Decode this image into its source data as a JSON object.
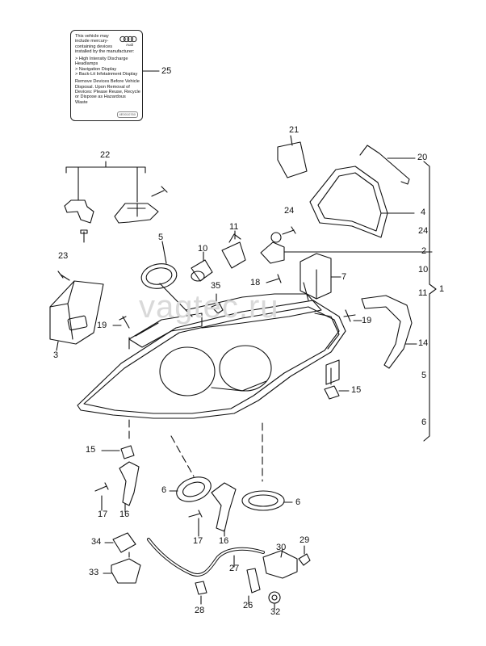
{
  "label_card": {
    "lines": [
      "This vehicle may",
      "include mercury-",
      "containing devices",
      "installed by the manufacturer:"
    ],
    "items": [
      "> High Intensity Discharge",
      "   Headlamps",
      "> Navigation Display",
      "> Back-Lit Infotainment Display"
    ],
    "footer": [
      "Remove Devices Before Vehicle",
      "Disposal. Upon Removal of",
      "Devices: Please Reuse, Recycle",
      "or Dispose as Hazardous",
      "Waste"
    ],
    "logo_text": "Audi",
    "stamp_text": "4E0010760"
  },
  "watermark": "vagtec.ru",
  "callouts": [
    {
      "id": "c25",
      "text": "25"
    },
    {
      "id": "c21",
      "text": "21"
    },
    {
      "id": "c20",
      "text": "20"
    },
    {
      "id": "c22",
      "text": "22"
    },
    {
      "id": "c4",
      "text": "4"
    },
    {
      "id": "c24a",
      "text": "24"
    },
    {
      "id": "c24b",
      "text": "24"
    },
    {
      "id": "c11a",
      "text": "11"
    },
    {
      "id": "c2",
      "text": "2"
    },
    {
      "id": "c10a",
      "text": "10"
    },
    {
      "id": "c10b",
      "text": "10"
    },
    {
      "id": "c5a",
      "text": "5"
    },
    {
      "id": "c23",
      "text": "23"
    },
    {
      "id": "c7",
      "text": "7"
    },
    {
      "id": "c11b",
      "text": "11"
    },
    {
      "id": "c1",
      "text": "1"
    },
    {
      "id": "c18",
      "text": "18"
    },
    {
      "id": "c35",
      "text": "35"
    },
    {
      "id": "c19a",
      "text": "19"
    },
    {
      "id": "c19b",
      "text": "19"
    },
    {
      "id": "c14",
      "text": "14"
    },
    {
      "id": "c3",
      "text": "3"
    },
    {
      "id": "c5b",
      "text": "5"
    },
    {
      "id": "c15a",
      "text": "15"
    },
    {
      "id": "c6a",
      "text": "6"
    },
    {
      "id": "c15b",
      "text": "15"
    },
    {
      "id": "c17a",
      "text": "17"
    },
    {
      "id": "c16a",
      "text": "16"
    },
    {
      "id": "c6b",
      "text": "6"
    },
    {
      "id": "c6c",
      "text": "6"
    },
    {
      "id": "c17b",
      "text": "17"
    },
    {
      "id": "c16b",
      "text": "16"
    },
    {
      "id": "c34",
      "text": "34"
    },
    {
      "id": "c29",
      "text": "29"
    },
    {
      "id": "c30",
      "text": "30"
    },
    {
      "id": "c27",
      "text": "27"
    },
    {
      "id": "c33",
      "text": "33"
    },
    {
      "id": "c28",
      "text": "28"
    },
    {
      "id": "c26",
      "text": "26"
    },
    {
      "id": "c32",
      "text": "32"
    }
  ]
}
